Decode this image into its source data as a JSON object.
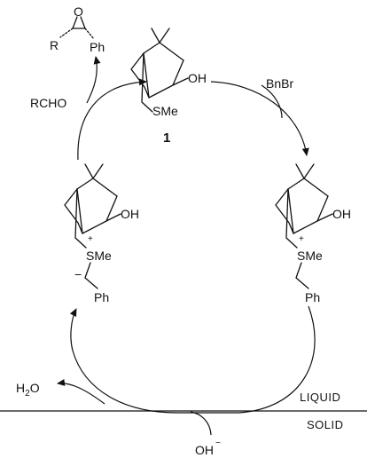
{
  "reagents": {
    "aldehyde": "RCHO",
    "benzyl_bromide": "BnBr",
    "water": "H",
    "water_sub": "2",
    "water_o": "O",
    "hydroxide": "OH",
    "hydroxide_charge": "−"
  },
  "compound_number": "1",
  "epoxide": {
    "r_group": "R",
    "phenyl": "Ph",
    "oxygen": "O"
  },
  "sulfide": {
    "oh": "OH",
    "sme": "SMe"
  },
  "sulfonium": {
    "oh": "OH",
    "sme": "SMe",
    "charge": "+",
    "phenyl": "Ph"
  },
  "ylide": {
    "oh": "OH",
    "sme": "SMe",
    "s_charge": "+",
    "c_charge": "−",
    "phenyl": "Ph"
  },
  "phases": {
    "liquid": "LIQUID",
    "solid": "SOLID"
  },
  "colors": {
    "ink": "#111111",
    "background": "#ffffff"
  }
}
